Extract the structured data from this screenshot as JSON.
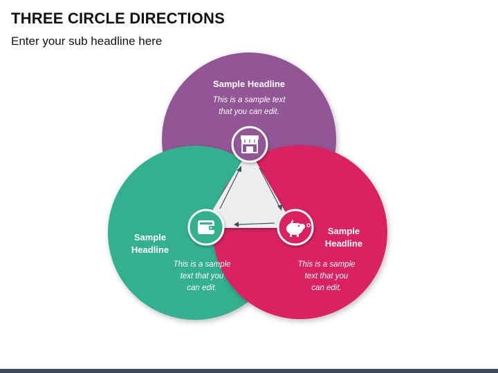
{
  "slide": {
    "title": "THREE CIRCLE DIRECTIONS",
    "subtitle": "Enter your sub headline here"
  },
  "circles": {
    "top": {
      "headline": "Sample Headline",
      "text_line1": "This is a sample text",
      "text_line2": "that you can edit.",
      "color": "#925796",
      "icon": "shop-icon"
    },
    "left": {
      "headline_line1": "Sample",
      "headline_line2": "Headline",
      "text_line1": "This is a sample",
      "text_line2": "text that you",
      "text_line3": "can edit.",
      "color": "#33b08f",
      "icon": "wallet-icon"
    },
    "right": {
      "headline_line1": "Sample",
      "headline_line2": "Headline",
      "text_line1": "This is a sample",
      "text_line2": "text that you",
      "text_line3": "can edit.",
      "color": "#da2262",
      "icon": "piggy-bank-icon"
    }
  },
  "colors": {
    "arrow": "#3f4d63",
    "bottom_bar": "#3c4a5e"
  }
}
